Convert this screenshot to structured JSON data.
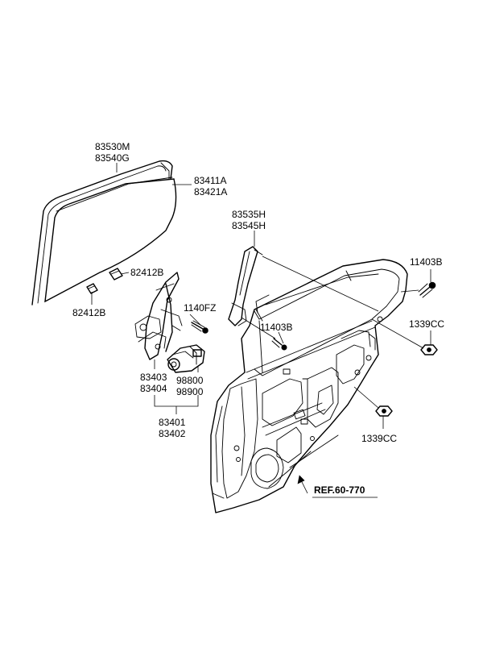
{
  "labels": {
    "glass_run_top": "83530M",
    "glass_run_bottom": "83540G",
    "glass_top": "83411A",
    "glass_bottom": "83421A",
    "channel_top": "83535H",
    "channel_bottom": "83545H",
    "clip_right": "82412B",
    "clip_left": "82412B",
    "bolt_regulator": "1140FZ",
    "bolt_top_right": "11403B",
    "bolt_channel": "11403B",
    "nut_right": "1339CC",
    "nut_lower": "1339CC",
    "regulator_top": "83403",
    "regulator_bottom": "83404",
    "motor_top": "98800",
    "motor_bottom": "98900",
    "assembly_top": "83401",
    "assembly_bottom": "83402",
    "reference": "REF.60-770"
  }
}
